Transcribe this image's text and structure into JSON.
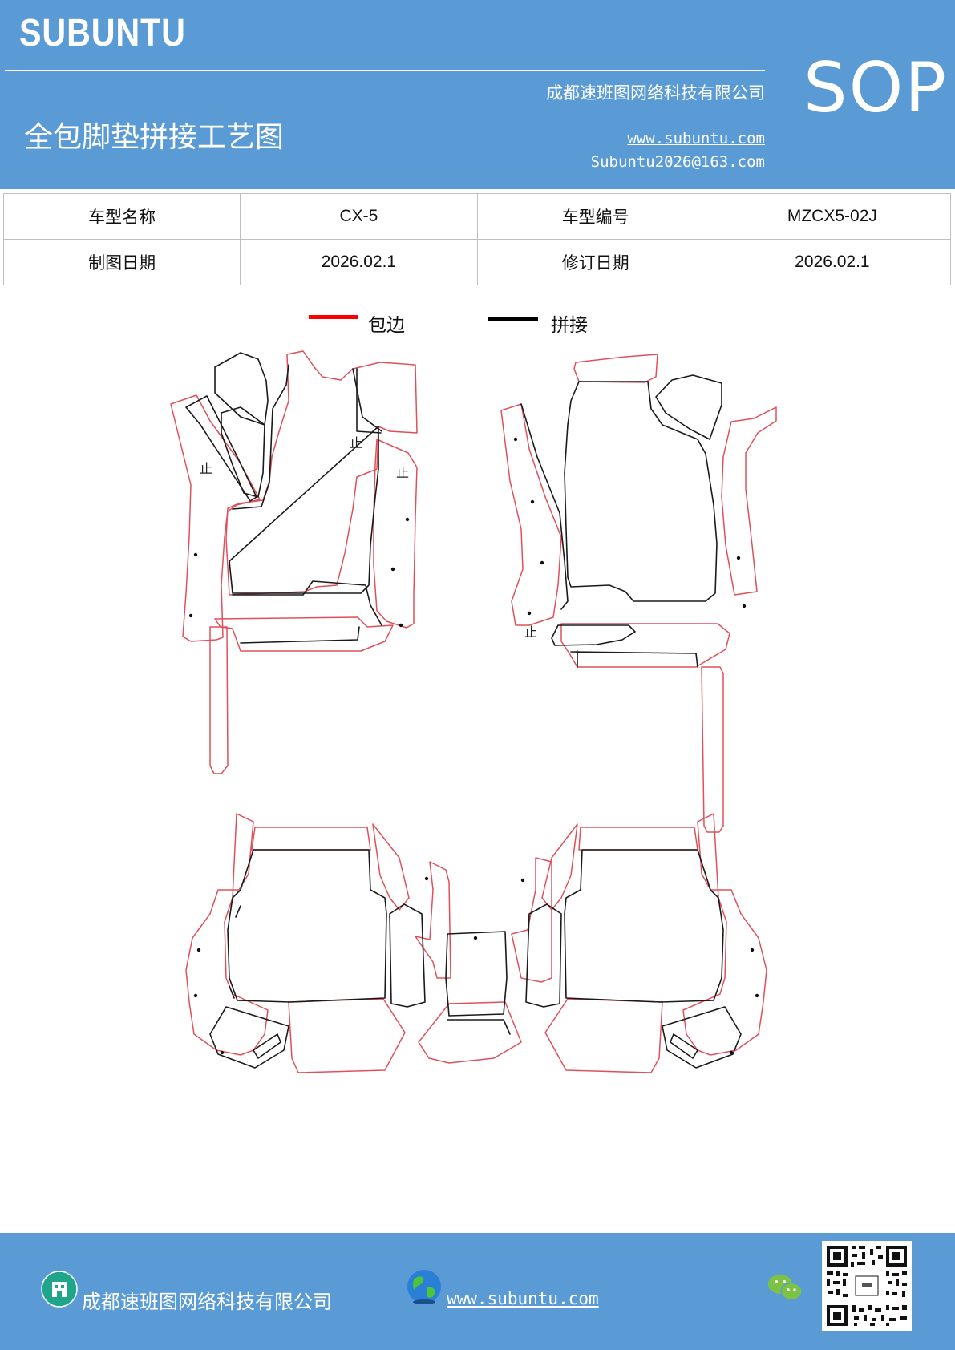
{
  "header": {
    "brand": "SUBUNTU",
    "company": "成都速班图网络科技有限公司",
    "doc_title": "全包脚垫拼接工艺图",
    "website": "www.subuntu.com",
    "email": "Subuntu2026@163.com",
    "badge": "SOP"
  },
  "info_table": {
    "model_name_label": "车型名称",
    "model_name": "CX-5",
    "model_code_label": "车型编号",
    "model_code": "MZCX5-02J",
    "draw_date_label": "制图日期",
    "draw_date": "2026.02.1",
    "revise_date_label": "修订日期",
    "revise_date": "2026.02.1"
  },
  "legend": [
    {
      "label": "包边",
      "color": "#ff0000"
    },
    {
      "label": "拼接",
      "color": "#000000"
    }
  ],
  "drawing": {
    "stop_mark": "止",
    "edge_color": "#e0505a",
    "seam_color": "#1a1a1a"
  },
  "footer": {
    "company": "成都速班图网络科技有限公司",
    "website": "www.subuntu.com"
  },
  "icons": [
    "building-icon",
    "globe-icon",
    "wechat-icon",
    "qr-code-icon"
  ]
}
